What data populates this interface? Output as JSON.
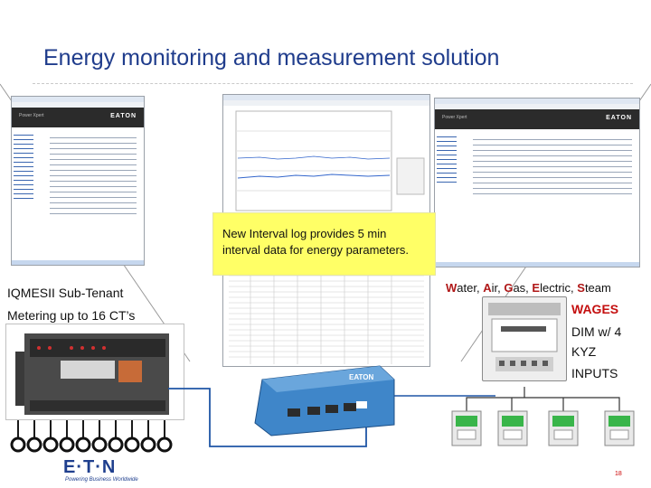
{
  "slide": {
    "title": "Energy monitoring and measurement solution",
    "callout": {
      "line1": "New Interval log provides 5 min",
      "line2": "interval data for energy parameters."
    },
    "left_label": {
      "line1": "IQMESII Sub-Tenant",
      "line2": "Metering up to 16 CT’s"
    },
    "right_label": {
      "utilities": [
        {
          "initial": "W",
          "rest": "ater, "
        },
        {
          "initial": "A",
          "rest": "ir, "
        },
        {
          "initial": "G",
          "rest": "as, "
        },
        {
          "initial": "E",
          "rest": "lectric, "
        },
        {
          "initial": "S",
          "rest": "team"
        }
      ],
      "wages": "WAGES",
      "dim_line1": "DIM w/ 4",
      "dim_line2": "KYZ",
      "dim_line3": "INPUTS"
    },
    "footer": {
      "logo": "E·T·N",
      "tagline": "Powering Business Worldwide"
    },
    "page_number": "18"
  },
  "colors": {
    "title": "#1f3c8c",
    "callout_bg": "#ffff66",
    "accent_red": "#c40f0f",
    "gateway": "#3f86c9",
    "meter_green": "#39b54a"
  },
  "icons": {
    "left_screen": "web-page-screenshot",
    "center_screen": "trend-chart-screenshot",
    "right_screen": "web-page-screenshot",
    "meter": "iq-energy-meter-device",
    "gateway": "ethernet-gateway-device",
    "dim": "digital-input-module",
    "ct": "current-transformer-ring",
    "utility_meter": "utility-meter-device"
  }
}
